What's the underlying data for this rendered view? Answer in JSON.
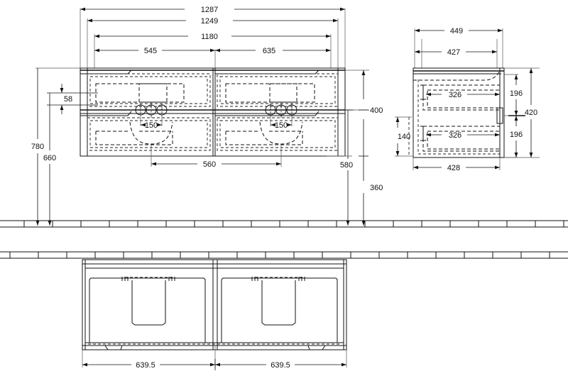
{
  "title": "Vanity unit technical drawing",
  "units": "mm",
  "views": {
    "front": {
      "name": "front-elevation",
      "dimensions": {
        "overall_width": "1287",
        "top_width": "1249",
        "body_width": "1180",
        "left_segment": "545",
        "right_segment": "635",
        "drop_58": "58",
        "tap_spacing_left": "150",
        "tap_spacing_right": "150",
        "basin_width": "560",
        "height_780": "780",
        "height_660": "660",
        "height_400": "400",
        "height_580": "580",
        "height_360": "360"
      }
    },
    "side": {
      "name": "side-elevation",
      "dimensions": {
        "overall_depth": "449",
        "top_depth": "427",
        "drawer_depth_upper": "326",
        "drawer_depth_lower": "326",
        "body_depth": "428",
        "height_upper": "196",
        "height_lower": "196",
        "total_height": "420",
        "offset_140": "140"
      }
    },
    "plan": {
      "name": "plan-view",
      "dimensions": {
        "left_drawer_width": "639.5",
        "right_drawer_width": "639.5"
      }
    }
  },
  "colors": {
    "line": "#111111",
    "hidden": "#222222",
    "background": "#ffffff"
  }
}
